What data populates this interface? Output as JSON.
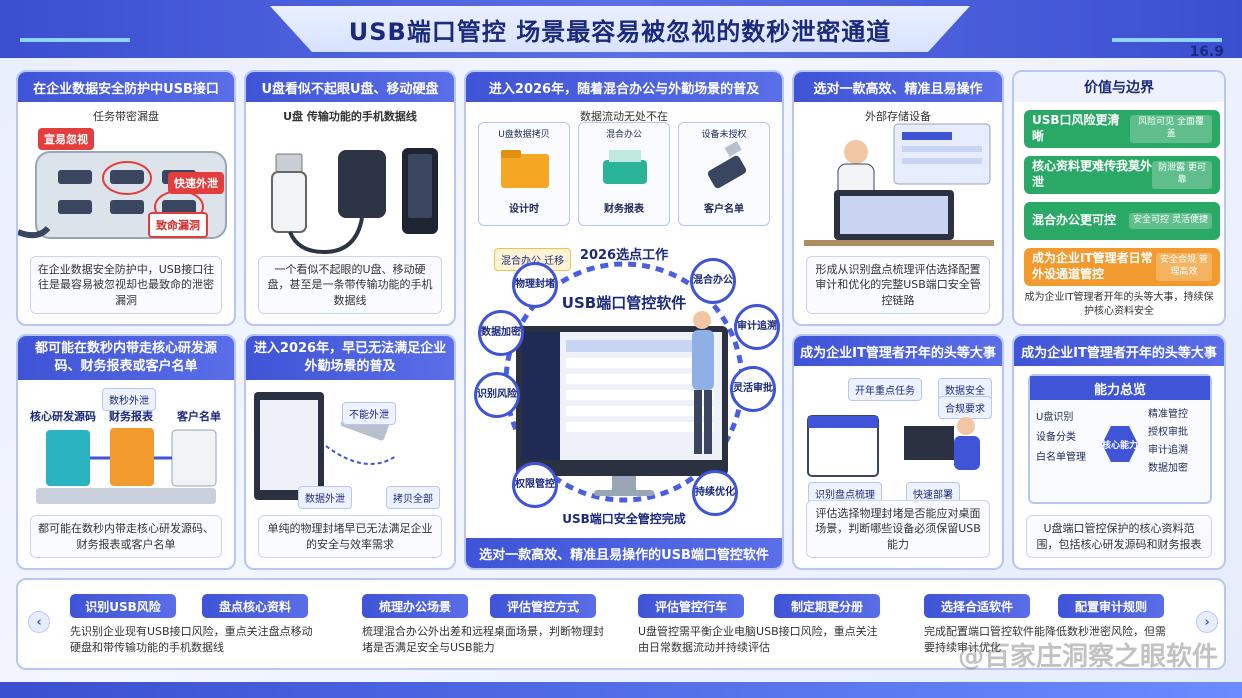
{
  "header": {
    "title": "USB端口管控 场景最容易被忽视的数秒泄密通道",
    "page_no": "16.9"
  },
  "card1": {
    "title": "在企业数据安全防护中USB接口",
    "subtitle": "任务带密漏盘",
    "tags": [
      "宣易忽视",
      "快速外泄",
      "致命漏洞"
    ],
    "caption": "在企业数据安全防护中，USB接口往往是最容易被忽视却也最致命的泄密漏洞"
  },
  "card2": {
    "title": "U盘看似不起眼U盘、移动硬盘",
    "subtitle": "U盘 传输功能的手机数据线",
    "caption": "一个看似不起眼的U盘、移动硬盘，甚至是一条带传输功能的手机数据线"
  },
  "card3": {
    "title": "进入2026年，随着混合办公与外勤场景的普及",
    "subtitle": "数据流动无处不在",
    "items": [
      {
        "head": "U盘数据拷贝",
        "label": "设计时"
      },
      {
        "head": "混合办公",
        "label": "财务报表"
      },
      {
        "head": "设备未授权",
        "label": "客户名单"
      }
    ],
    "cycle_top": "2026选点工作",
    "cycle_tag": "混合办公 迁移",
    "center_title": "USB端口管控软件",
    "cycle_bottom": "USB端口安全管控完成",
    "nodes": [
      "物理封堵",
      "混合办公",
      "审计追溯",
      "灵活审批",
      "持续优化",
      "权限管控",
      "识别风险",
      "数据加密"
    ],
    "footer": "选对一款高效、精准且易操作的USB端口管控软件"
  },
  "card4": {
    "title": "选对一款高效、精准且易操作",
    "subtitle": "外部存储设备",
    "caption": "形成从识别盘点梳理评估选择配置审计和优化的完整USB端口安全管控链路"
  },
  "card5": {
    "title": "价值与边界",
    "items": [
      {
        "left": "USB口风险更清晰",
        "right": "风险可见 全面覆盖"
      },
      {
        "left": "核心资料更难传我莫外泄",
        "right": "防泄露 更可靠"
      },
      {
        "left": "混合办公更可控",
        "right": "安全可控 灵活便捷"
      },
      {
        "left": "成为企业IT管理者日常外设通道管控",
        "right": "安全合规 管理高效"
      }
    ],
    "caption": "成为企业IT管理者开年的头等大事，持续保护核心资料安全"
  },
  "card6": {
    "title": "都可能在数秒内带走核心研发源码、财务报表或客户名单",
    "subtitle": "数秒外泄",
    "docs": [
      "核心研发源码",
      "财务报表",
      "客户名单"
    ],
    "caption": "都可能在数秒内带走核心研发源码、财务报表或客户名单"
  },
  "card7": {
    "title": "进入2026年，早已无法满足企业外勤场景的普及",
    "bubble": "不能外泄",
    "chips": [
      "数据外泄",
      "拷贝全部"
    ],
    "caption": "单纯的物理封堵早已无法满足企业的安全与效率需求"
  },
  "card8": {
    "title": "成为企业IT管理者开年的头等大事",
    "chips": [
      "开年重点任务",
      "数据安全",
      "合规要求"
    ],
    "bottom_chips": [
      "识别盘点梳理",
      "快速部署"
    ],
    "caption": "评估选择物理封堵是否能应对桌面场景，判断哪些设备必须保留USB能力"
  },
  "card9": {
    "title": "成为企业IT管理者开年的头等大事",
    "panel_title": "能力总览",
    "left_items": [
      "U盘识别",
      "设备分类",
      "白名单管理"
    ],
    "right_items": [
      "精准管控",
      "授权审批",
      "审计追溯",
      "数据加密"
    ],
    "center": "核心能力",
    "caption": "U盘端口管控保护的核心资料范围，包括核心研发源码和财务报表"
  },
  "steps": [
    {
      "a": "识别USB风险",
      "b": "盘点核心资料",
      "desc": "先识别企业现有USB接口风险，重点关注盘点移动硬盘和带传输功能的手机数据线"
    },
    {
      "a": "梳理办公场景",
      "b": "评估管控方式",
      "desc": "梳理混合办公外出差和远程桌面场景，判断物理封堵是否满足安全与USB能力"
    },
    {
      "a": "评估管控行车",
      "b": "制定期更分册",
      "desc": "U盘管控需平衡企业电脑USB接口风险，重点关注由日常数据流动并持续评估"
    },
    {
      "a": "选择合适软件",
      "b": "配置审计规则",
      "desc": "完成配置端口管控软件能降低数秒泄密风险，但需要持续审计优化"
    }
  ],
  "watermark": "@百家庄洞察之眼软件",
  "colors": {
    "primary": "#3f54d6",
    "green": "#2aa866",
    "orange": "#f29a2e",
    "red": "#e33d3d"
  }
}
